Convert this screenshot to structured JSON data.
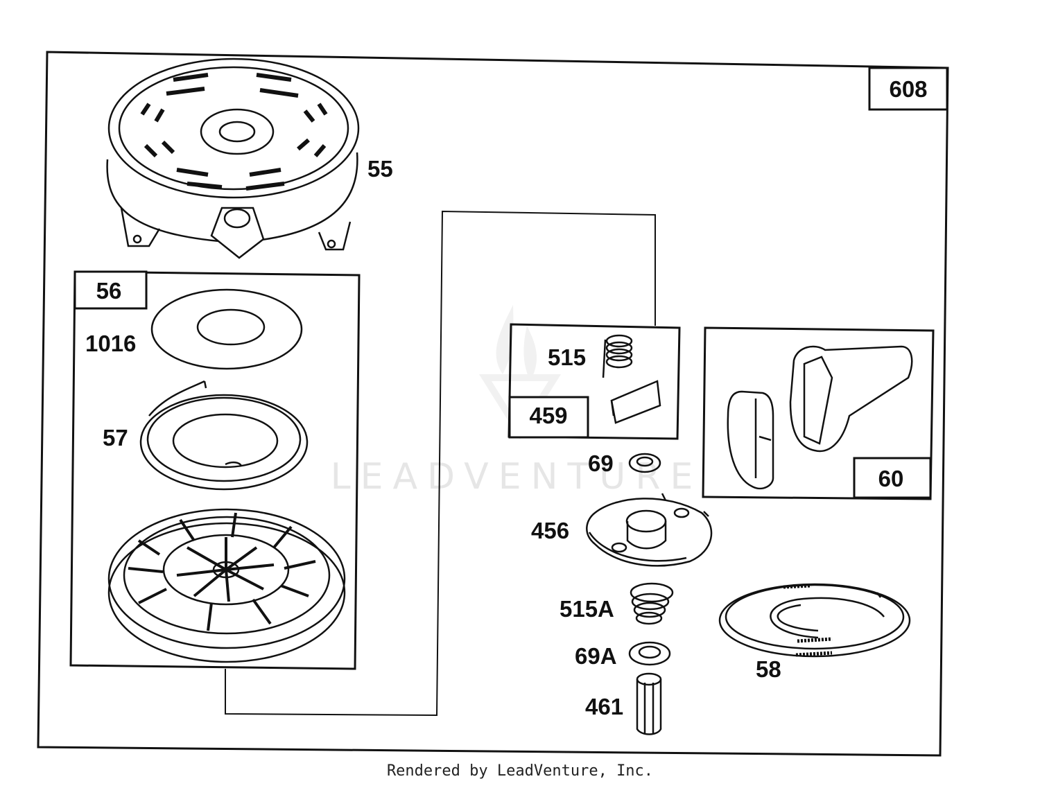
{
  "assembly_label": "608",
  "watermark": "LEADVENTURE",
  "footer": "Rendered by LeadVenture, Inc.",
  "parts": {
    "p55": "55",
    "p56": "56",
    "p1016": "1016",
    "p57": "57",
    "p515": "515",
    "p459": "459",
    "p69": "69",
    "p60": "60",
    "p456": "456",
    "p515a": "515A",
    "p69a": "69A",
    "p58": "58",
    "p461": "461"
  },
  "colors": {
    "line": "#111111",
    "watermark": "#e6e6e6"
  }
}
